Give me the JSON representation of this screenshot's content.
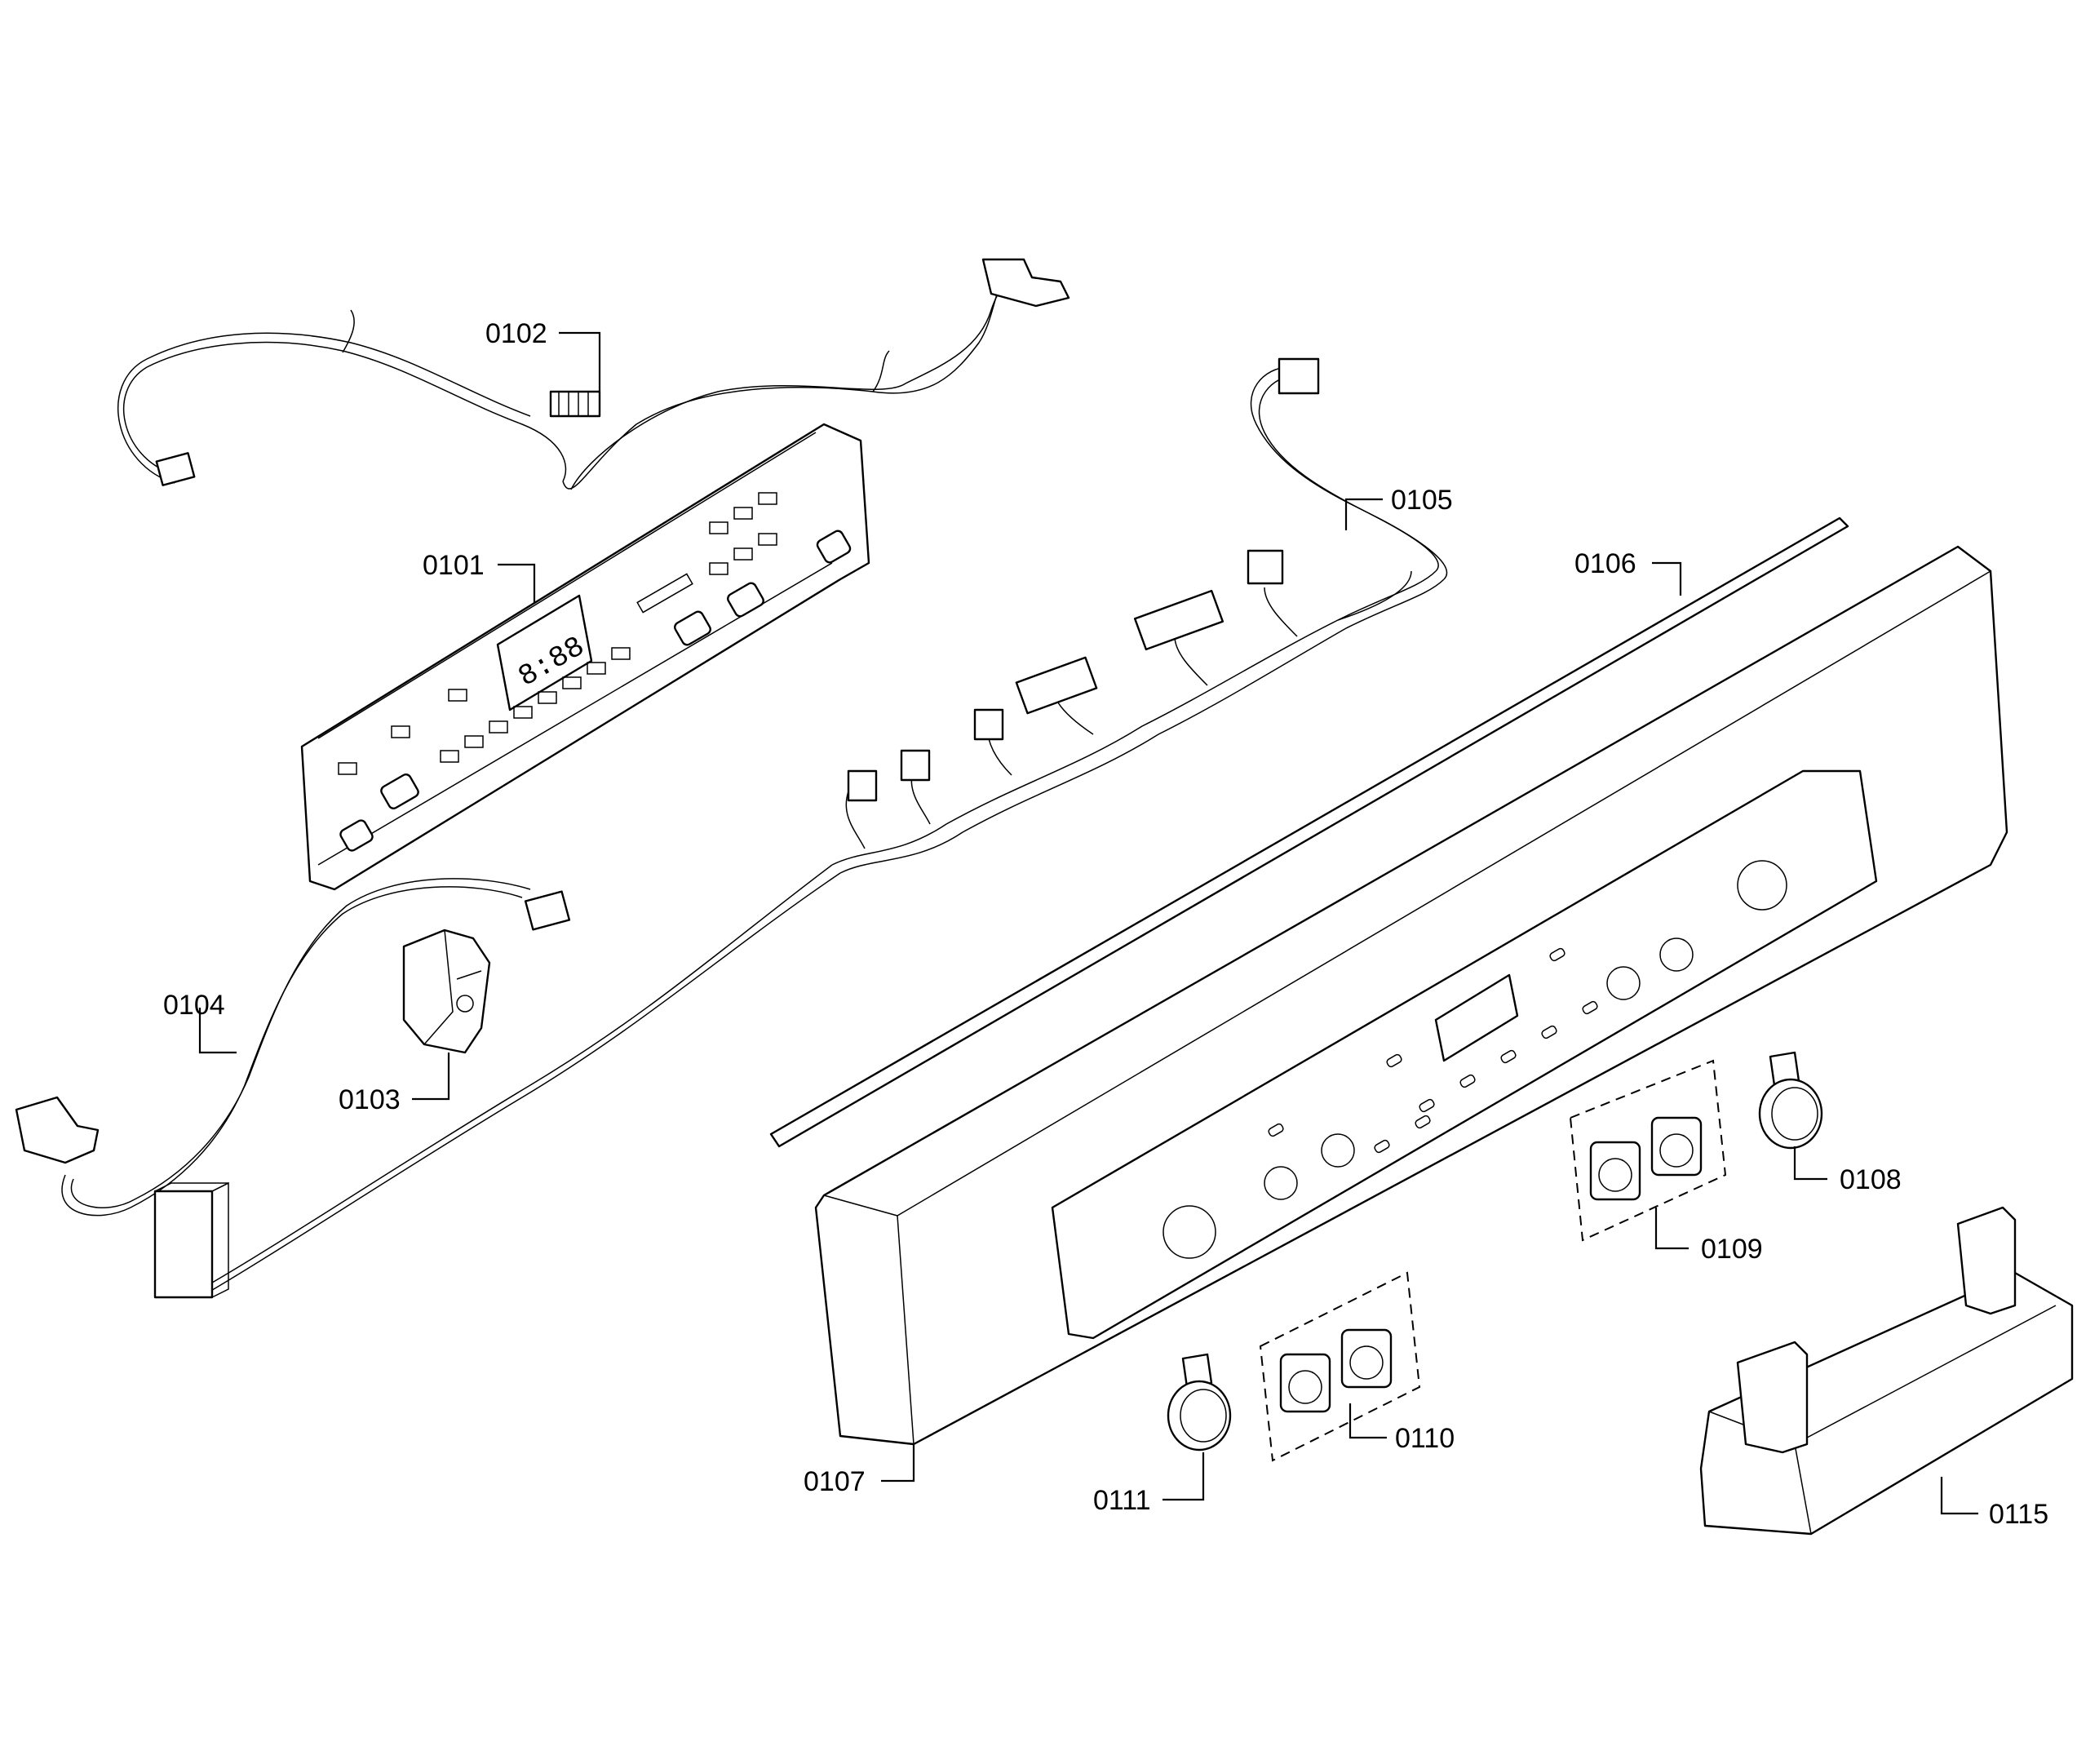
{
  "diagram": {
    "type": "exploded-parts-view",
    "callouts": [
      {
        "id": "c0101",
        "label": "0101",
        "part": "electronic-control-module"
      },
      {
        "id": "c0102",
        "label": "0102",
        "part": "wire-harness"
      },
      {
        "id": "c0103",
        "label": "0103",
        "part": "door-switch"
      },
      {
        "id": "c0104",
        "label": "0104",
        "part": "wire-harness"
      },
      {
        "id": "c0105",
        "label": "0105",
        "part": "cable-harness"
      },
      {
        "id": "c0106",
        "label": "0106",
        "part": "seal-strip"
      },
      {
        "id": "c0107",
        "label": "0107",
        "part": "control-panel-fascia"
      },
      {
        "id": "c0108",
        "label": "0108",
        "part": "push-button"
      },
      {
        "id": "c0109",
        "label": "0109",
        "part": "button-set"
      },
      {
        "id": "c0110",
        "label": "0110",
        "part": "button-set"
      },
      {
        "id": "c0111",
        "label": "0111",
        "part": "push-button"
      },
      {
        "id": "c0115",
        "label": "0115",
        "part": "bracket-cover"
      }
    ],
    "display_digits": "8:88",
    "line_color": "#000000",
    "background": "#ffffff"
  }
}
